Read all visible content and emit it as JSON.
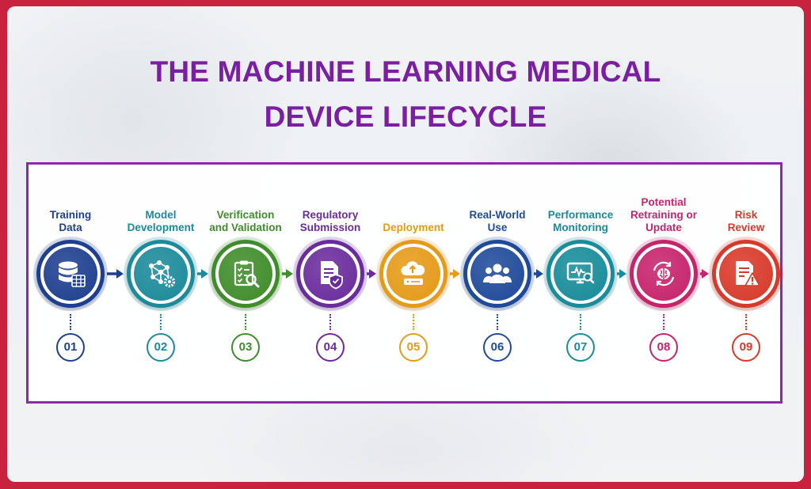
{
  "title_line1": "THE MACHINE LEARNING MEDICAL",
  "title_line2": "DEVICE LIFECYCLE",
  "steps": [
    {
      "label": "Training\nData",
      "number": "01",
      "color": "#1e3f8f",
      "icon": "database-table-icon"
    },
    {
      "label": "Model\nDevelopment",
      "number": "02",
      "color": "#1b8a9a",
      "icon": "neural-network-gear-icon"
    },
    {
      "label": "Verification\nand Validation",
      "number": "03",
      "color": "#3f8c2a",
      "icon": "checklist-magnifier-icon"
    },
    {
      "label": "Regulatory\nSubmission",
      "number": "04",
      "color": "#6a2c9c",
      "icon": "document-shield-icon"
    },
    {
      "label": "Deployment",
      "number": "05",
      "color": "#e59a18",
      "icon": "cloud-upload-icon"
    },
    {
      "label": "Real-World\nUse",
      "number": "06",
      "color": "#1f4a9a",
      "icon": "people-group-icon"
    },
    {
      "label": "Performance\nMonitoring",
      "number": "07",
      "color": "#178c9a",
      "icon": "monitor-heartbeat-icon"
    },
    {
      "label": "Potential\nRetraining or\nUpdate",
      "number": "08",
      "color": "#c7236b",
      "icon": "brain-cycle-icon"
    },
    {
      "label": "Risk\nReview",
      "number": "09",
      "color": "#d8392a",
      "icon": "document-warning-icon"
    }
  ]
}
